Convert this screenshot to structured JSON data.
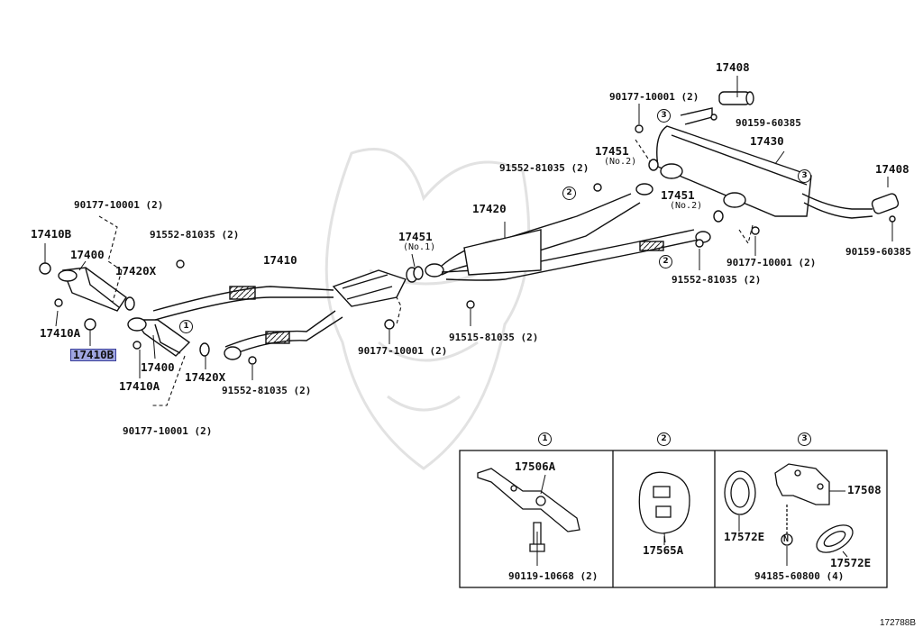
{
  "figure_id": "172788B",
  "highlight_color": "#9fa6e0",
  "labels": {
    "p17410B_top": "17410B",
    "p17400_top": "17400",
    "p17410A_left": "17410A",
    "p17410B_hl": "17410B",
    "p90177_a": "90177-10001 (2)",
    "p91552_a": "91552-81035 (2)",
    "p17420X_top": "17420X",
    "p17410": "17410",
    "p17400_bot": "17400",
    "p17410A_bot": "17410A",
    "p17420X_bot": "17420X",
    "p91552_b": "91552-81035 (2)",
    "p90177_b": "90177-10001 (2)",
    "p90177_c": "90177-10001 (2)",
    "p17451_no1": "17451",
    "no1": "(No.1)",
    "p91515": "91515-81035 (2)",
    "p17420": "17420",
    "p91552_c": "91552-81035 (2)",
    "p17451_no2a": "17451",
    "no2a": "(No.2)",
    "p17451_no2b": "17451",
    "no2b": "(No.2)",
    "p91552_d": "91552-81035 (2)",
    "p90177_d": "90177-10001 (2)",
    "p90177_e": "90177-10001 (2)",
    "p17408_top": "17408",
    "p90159_a": "90159-60385",
    "p17430": "17430",
    "p17408_right": "17408",
    "p90159_b": "90159-60385"
  },
  "callouts": {
    "c1": "1",
    "c2": "2",
    "c3": "3"
  },
  "insets": {
    "panel1": {
      "number": "1",
      "part": "17506A",
      "bolt": "90119-10668 (2)"
    },
    "panel2": {
      "number": "2",
      "part": "17565A"
    },
    "panel3": {
      "number": "3",
      "part_a": "17508",
      "part_b": "17572E",
      "part_c": "17572E",
      "nut": "94185-60800 (4)",
      "nut_mark": "N"
    }
  }
}
